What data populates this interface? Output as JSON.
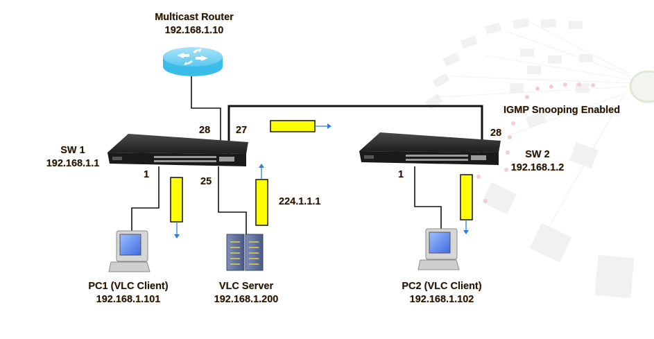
{
  "diagram": {
    "title_note": "IGMP Snooping Enabled",
    "multicast_group": "224.1.1.1",
    "colors": {
      "packet_fill": "#ffff00",
      "flow_arrow": "#2a7fd4",
      "router": "#4fc3ef",
      "switch": "#2b2b2b",
      "link": "#111111"
    },
    "nodes": {
      "router": {
        "name": "Multicast Router",
        "ip": "192.168.1.10",
        "icon": "router-icon"
      },
      "sw1": {
        "name": "SW 1",
        "ip": "192.168.1.1",
        "icon": "switch-icon"
      },
      "sw2": {
        "name": "SW 2",
        "ip": "192.168.1.2",
        "icon": "switch-icon"
      },
      "pc1": {
        "name": "PC1 (VLC Client)",
        "ip": "192.168.1.101",
        "icon": "desktop-computer-icon"
      },
      "server": {
        "name": "VLC Server",
        "ip": "192.168.1.200",
        "icon": "server-icon"
      },
      "pc2": {
        "name": "PC2 (VLC Client)",
        "ip": "192.168.1.102",
        "icon": "desktop-computer-icon"
      }
    },
    "ports": {
      "sw1_to_router": "28",
      "sw1_to_sw2": "27",
      "sw1_to_pc1": "1",
      "sw1_to_server": "25",
      "sw2_to_sw1": "28",
      "sw2_to_pc2": "1"
    },
    "links": [
      {
        "from": "router",
        "to": "sw1",
        "port": "28"
      },
      {
        "from": "sw1",
        "to": "sw2",
        "ports": [
          "27",
          "28"
        ]
      },
      {
        "from": "sw1",
        "to": "pc1",
        "port": "1"
      },
      {
        "from": "sw1",
        "to": "server",
        "port": "25"
      },
      {
        "from": "sw2",
        "to": "pc2",
        "port": "1"
      }
    ],
    "flows": [
      {
        "segment": "server-to-sw1",
        "direction": "up"
      },
      {
        "segment": "sw1-to-sw2",
        "direction": "right"
      },
      {
        "segment": "sw1-to-pc1",
        "direction": "down"
      },
      {
        "segment": "sw2-to-pc2",
        "direction": "down"
      }
    ]
  }
}
